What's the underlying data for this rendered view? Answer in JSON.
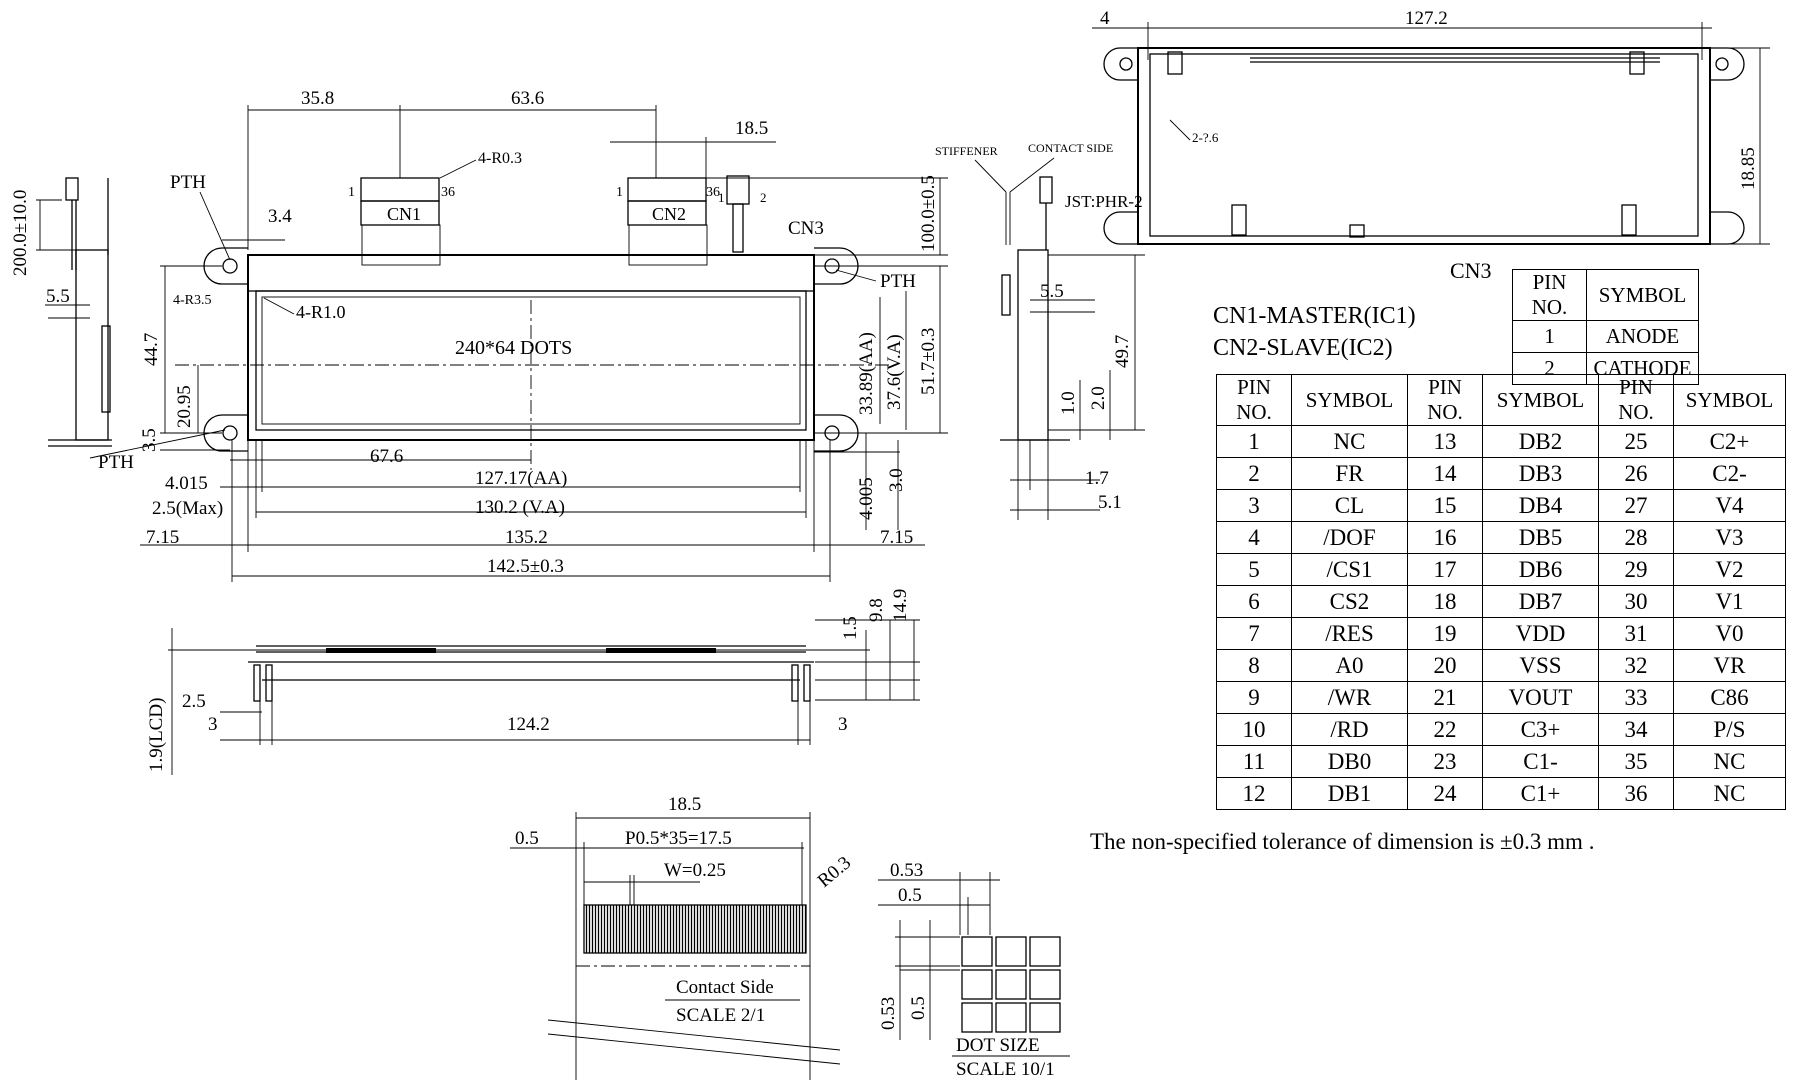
{
  "front": {
    "dim_35_8": "35.8",
    "dim_63_6": "63.6",
    "dim_18_5": "18.5",
    "r03": "4-R0.3",
    "cn1": "CN1",
    "cn2": "CN2",
    "cn3": "CN3",
    "pin1": "1",
    "pin36": "36",
    "pin2": "2",
    "pth_top": "PTH",
    "pth_right": "PTH",
    "pth_bottom": "PTH",
    "dim_3_4": "3.4",
    "r35": "4-R3.5",
    "r10": "4-R1.0",
    "dots": "240*64 DOTS",
    "dim_44_7": "44.7",
    "dim_20_95": "20.95",
    "dim_3_5": "3.5",
    "dim_67_6": "67.6",
    "aa_w": "127.17(AA)",
    "va_w": "130.2 (V.A)",
    "dim_135_2": "135.2",
    "dim_142_5": "142.5±0.3",
    "dim_4_015": "4.015",
    "dim_2_5max": "2.5(Max)",
    "dim_7_15l": "7.15",
    "dim_7_15r": "7.15",
    "aa_h": "33.89(AA)",
    "va_h": "37.6(V.A)",
    "dim_51_7": "51.7±0.3",
    "dim_4_005": "4.005",
    "dim_3_0": "3.0",
    "dim_100": "100.0±0.5"
  },
  "left_side": {
    "dim_200": "200.0±10.0",
    "dim_5_5": "5.5"
  },
  "right_side": {
    "stiffener": "STIFFENER",
    "contact": "CONTACT SIDE",
    "jst": "JST:PHR-2",
    "dim_5_5": "5.5",
    "dim_49_7": "49.7",
    "dim_1_0": "1.0",
    "dim_2_0": "2.0",
    "dim_1_7": "1.7",
    "dim_5_1": "5.1"
  },
  "top_right": {
    "dim_4": "4",
    "dim_127_2": "127.2",
    "dim_18_85": "18.85",
    "hole": "2-?.6"
  },
  "bottom": {
    "dim_2_5": "2.5",
    "dim_3l": "3",
    "dim_124_2": "124.2",
    "dim_3r": "3",
    "dim_1_9": "1.9(LCD)",
    "dim_1_5": "1.5",
    "dim_9_8": "9.8",
    "dim_14_9": "14.9"
  },
  "fpc": {
    "dim_18_5": "18.5",
    "dim_0_5": "0.5",
    "pitch": "P0.5*35=17.5",
    "width": "W=0.25",
    "r03": "R0.3",
    "contact": "Contact Side",
    "scale": "SCALE 2/1"
  },
  "dot": {
    "d053a": "0.53",
    "d05a": "0.5",
    "d053b": "0.53",
    "d05b": "0.5",
    "title": "DOT SIZE",
    "scale": "SCALE 10/1"
  },
  "connectors": {
    "cn3_label": "CN3",
    "cn1_master": "CN1-MASTER(IC1)",
    "cn2_slave": "CN2-SLAVE(IC2)",
    "tolerance_note": "The non-specified tolerance of dimension is ±0.3 mm .",
    "cn3_header": [
      "PIN NO.",
      "SYMBOL"
    ],
    "cn3_rows": [
      [
        "1",
        "ANODE"
      ],
      [
        "2",
        "CATHODE"
      ]
    ],
    "cn_header": [
      "PIN NO.",
      "SYMBOL",
      "PIN NO.",
      "SYMBOL",
      "PIN NO.",
      "SYMBOL"
    ],
    "cn_rows": [
      [
        "1",
        "NC",
        "13",
        "DB2",
        "25",
        "C2+"
      ],
      [
        "2",
        "FR",
        "14",
        "DB3",
        "26",
        "C2-"
      ],
      [
        "3",
        "CL",
        "15",
        "DB4",
        "27",
        "V4"
      ],
      [
        "4",
        "/DOF",
        "16",
        "DB5",
        "28",
        "V3"
      ],
      [
        "5",
        "/CS1",
        "17",
        "DB6",
        "29",
        "V2"
      ],
      [
        "6",
        "CS2",
        "18",
        "DB7",
        "30",
        "V1"
      ],
      [
        "7",
        "/RES",
        "19",
        "VDD",
        "31",
        "V0"
      ],
      [
        "8",
        "A0",
        "20",
        "VSS",
        "32",
        "VR"
      ],
      [
        "9",
        "/WR",
        "21",
        "VOUT",
        "33",
        "C86"
      ],
      [
        "10",
        "/RD",
        "22",
        "C3+",
        "34",
        "P/S"
      ],
      [
        "11",
        "DB0",
        "23",
        "C1-",
        "35",
        "NC"
      ],
      [
        "12",
        "DB1",
        "24",
        "C1+",
        "36",
        "NC"
      ]
    ]
  }
}
